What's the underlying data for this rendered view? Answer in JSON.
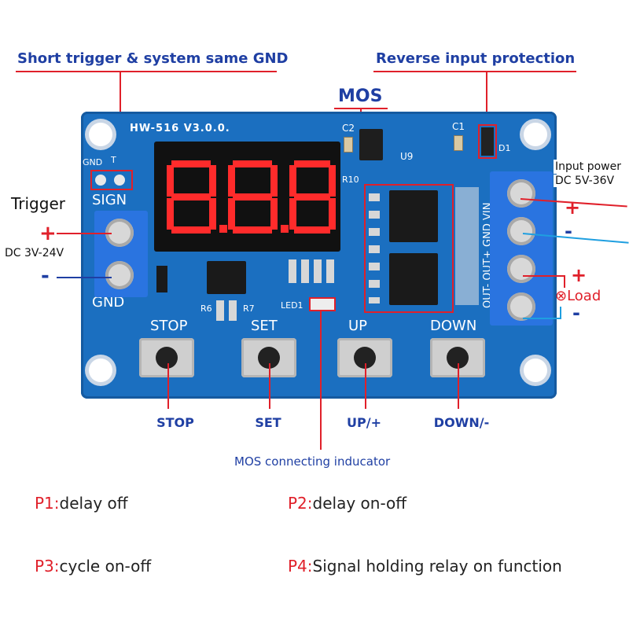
{
  "callouts": {
    "short_trigger": "Short trigger & system same GND",
    "reverse_protection": "Reverse input protection",
    "mos": "MOS",
    "mos_indicator": "MOS connecting inducator"
  },
  "board": {
    "model": "HW-516  V3.0.0.",
    "sign": "SIGN",
    "gnd": "GND",
    "gnd_small": "GND",
    "t_label": "T",
    "c2": "C2",
    "c1": "C1",
    "u9": "U9",
    "d1": "D1",
    "r10": "R10",
    "r6": "R6",
    "r7": "R7",
    "led1": "LED1",
    "terminal_labels": "OUT- OUT+ GND VIN",
    "display": "8.8.8.",
    "btn_stop": "STOP",
    "btn_set": "SET",
    "btn_up": "UP",
    "btn_down": "DOWN"
  },
  "trigger": {
    "label": "Trigger",
    "plus": "+",
    "minus": "-",
    "voltage": "DC 3V-24V"
  },
  "power": {
    "label": "Input power",
    "voltage": "DC 5V-36V",
    "plus": "+",
    "minus": "-"
  },
  "load": {
    "plus": "+",
    "minus": "-",
    "label": "⊗Load"
  },
  "buttons": {
    "stop": "STOP",
    "set": "SET",
    "up": "UP/+",
    "down": "DOWN/-"
  },
  "modes": [
    {
      "code": "P1:",
      "text": "delay off"
    },
    {
      "code": "P2:",
      "text": "delay on-off"
    },
    {
      "code": "P3:",
      "text": "cycle on-off"
    },
    {
      "code": "P4:",
      "text": "Signal holding relay on function"
    }
  ],
  "colors": {
    "pcb": "#1b6fc0",
    "callout_text": "#1f3fa3",
    "highlight_red": "#e0202a",
    "terminal_block": "#2a74e0",
    "display_digits": "#ff2b2b"
  }
}
